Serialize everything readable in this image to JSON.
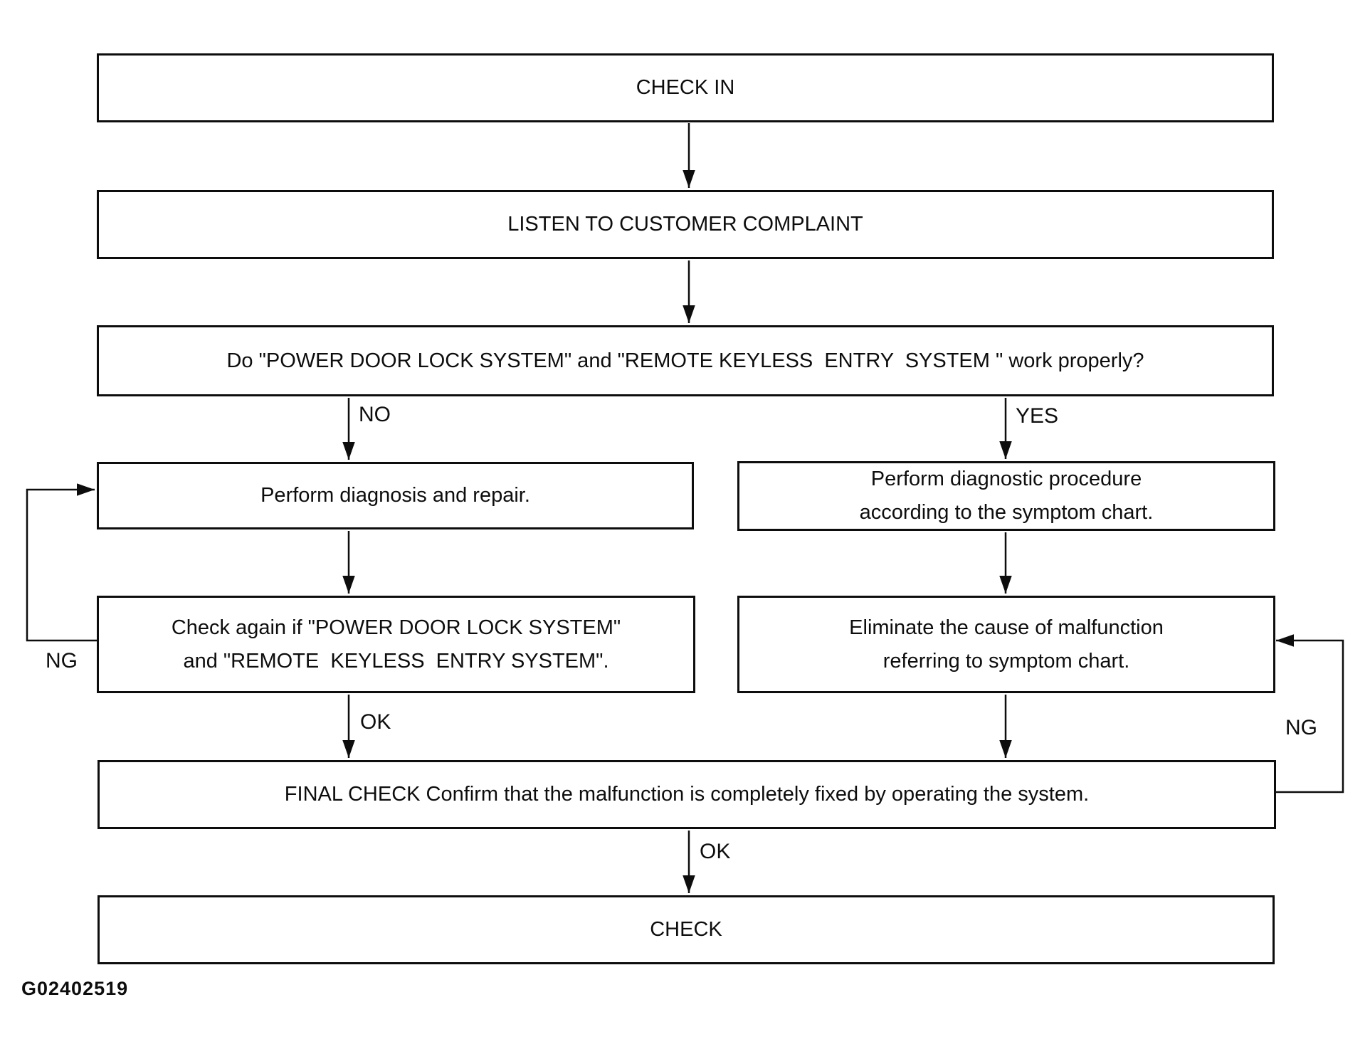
{
  "figure_code": "G02402519",
  "nodes": {
    "check_in": "CHECK IN",
    "listen": "LISTEN TO CUSTOMER COMPLAINT",
    "question": "Do \"POWER DOOR LOCK SYSTEM\" and \"REMOTE KEYLESS  ENTRY  SYSTEM \" work properly?",
    "diagnose": "Perform diagnosis and repair.",
    "check_again_line1": "Check again if \"POWER DOOR LOCK SYSTEM\"",
    "check_again_line2": "and \"REMOTE  KEYLESS  ENTRY SYSTEM\".",
    "diag_procedure_line1": "Perform diagnostic procedure",
    "diag_procedure_line2": "according to the symptom chart.",
    "eliminate_line1": "Eliminate the cause of malfunction",
    "eliminate_line2": "referring to symptom chart.",
    "final_check": "FINAL CHECK Confirm that the malfunction is completely fixed by operating the system.",
    "check": "CHECK"
  },
  "edge_labels": {
    "no": "NO",
    "yes": "YES",
    "ok_upper": "OK",
    "ok_lower": "OK",
    "ng_left": "NG",
    "ng_right": "NG"
  }
}
